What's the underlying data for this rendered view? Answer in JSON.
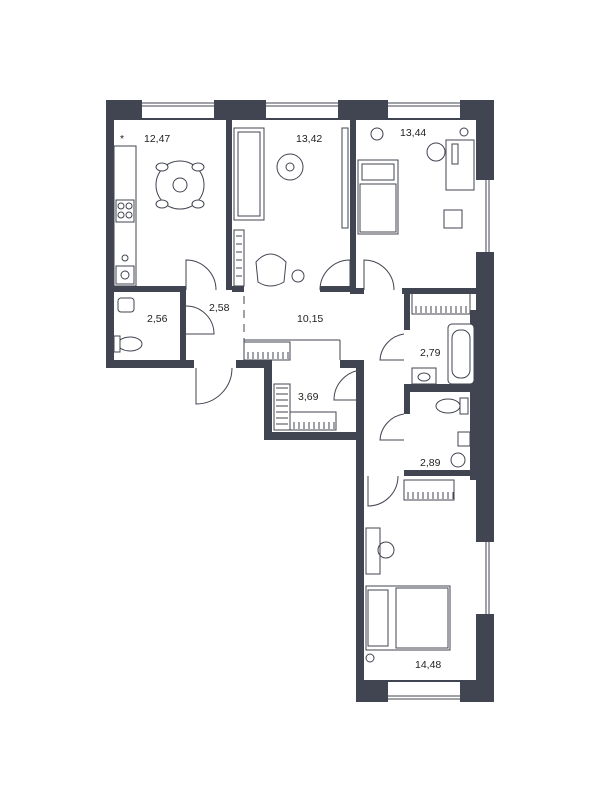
{
  "plan": {
    "rooms": [
      {
        "id": "kitchen",
        "area": "12,47"
      },
      {
        "id": "living-room",
        "area": "13,42"
      },
      {
        "id": "bedroom-1",
        "area": "13,44"
      },
      {
        "id": "bathroom-small",
        "area": "2,56"
      },
      {
        "id": "entry",
        "area": "2,58"
      },
      {
        "id": "hall",
        "area": "10,15"
      },
      {
        "id": "bathroom",
        "area": "2,79"
      },
      {
        "id": "storage",
        "area": "3,69"
      },
      {
        "id": "wc",
        "area": "2,89"
      },
      {
        "id": "bedroom-2",
        "area": "14,48"
      }
    ],
    "colors": {
      "wall": "#414451",
      "background": "#ffffff"
    }
  }
}
